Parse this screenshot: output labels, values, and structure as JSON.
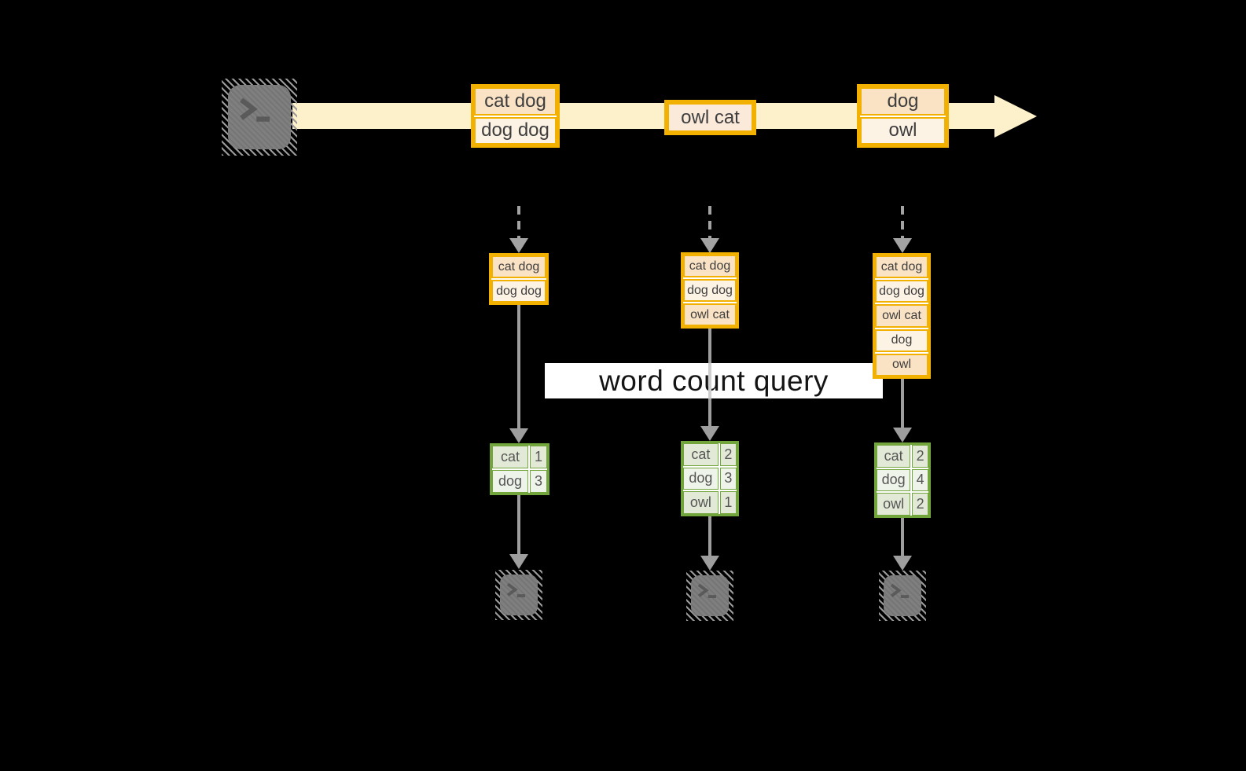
{
  "title": "structured streaming word count diagram",
  "palette": {
    "background": "#000000",
    "gold_border": "#F2B100",
    "peach_cell": "#FAE2C4",
    "cream_cell": "#FDF3E5",
    "single_cell": "#FBE9DA",
    "stream_yellow": "#FCF1CB",
    "green_border": "#72A63D",
    "green_cell_dark": "#E2EAD7",
    "green_cell_light": "#EFF4EA",
    "arrow_gray": "#9E9E9E",
    "terminal_gray": "#7B7B7B",
    "query_text": "#141414"
  },
  "icons": {
    "source": "terminal-icon",
    "sink": "terminal-icon",
    "prompt_glyph": ">_"
  },
  "stream": {
    "boxes": [
      {
        "cells": [
          "cat dog",
          "dog dog"
        ]
      },
      {
        "cells": [
          "owl cat"
        ]
      },
      {
        "cells": [
          "dog",
          "owl"
        ]
      }
    ]
  },
  "micro_batches": [
    {
      "cells": [
        "cat dog",
        "dog dog"
      ]
    },
    {
      "cells": [
        "cat dog",
        "dog dog",
        "owl cat"
      ]
    },
    {
      "cells": [
        "cat dog",
        "dog dog",
        "owl cat",
        "dog",
        "owl"
      ]
    }
  ],
  "query": {
    "label": "word count query"
  },
  "results": [
    {
      "rows": [
        [
          "cat",
          1
        ],
        [
          "dog",
          3
        ]
      ]
    },
    {
      "rows": [
        [
          "cat",
          2
        ],
        [
          "dog",
          3
        ],
        [
          "owl",
          1
        ]
      ]
    },
    {
      "rows": [
        [
          "cat",
          2
        ],
        [
          "dog",
          4
        ],
        [
          "owl",
          2
        ]
      ]
    }
  ]
}
